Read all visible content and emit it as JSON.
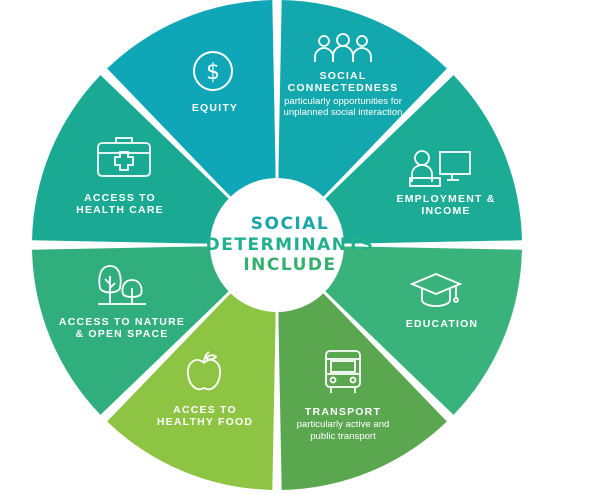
{
  "diagram": {
    "center_title": [
      "SOCIAL",
      "DETERMINANTS",
      "INCLUDE"
    ],
    "segments": [
      {
        "key": "equity",
        "title": "EQUITY",
        "subtitle": "",
        "icon": "dollar-icon",
        "color": "#0fa6b7"
      },
      {
        "key": "social",
        "title": "SOCIAL CONNECTEDNESS",
        "subtitle": "particularly opportunities for unplanned social interaction",
        "icon": "people-group-icon",
        "color": "#12a8ad"
      },
      {
        "key": "employment",
        "title": "EMPLOYMENT & INCOME",
        "subtitle": "",
        "icon": "worker-computer-icon",
        "color": "#1cac95"
      },
      {
        "key": "education",
        "title": "EDUCATION",
        "subtitle": "",
        "icon": "graduation-cap-icon",
        "color": "#39b37b"
      },
      {
        "key": "transport",
        "title": "TRANSPORT",
        "subtitle": "particularly active and public transport",
        "icon": "bus-icon",
        "color": "#5aa750"
      },
      {
        "key": "food",
        "title": "ACCES TO HEALTHY FOOD",
        "subtitle": "",
        "icon": "apple-icon",
        "color": "#8dc443"
      },
      {
        "key": "nature",
        "title": "ACCESS TO NATURE & OPEN SPACE",
        "subtitle": "",
        "icon": "trees-icon",
        "color": "#30ae7e"
      },
      {
        "key": "health",
        "title": "ACCESS TO HEALTH CARE",
        "subtitle": "",
        "icon": "medical-kit-icon",
        "color": "#1aa993"
      }
    ]
  }
}
